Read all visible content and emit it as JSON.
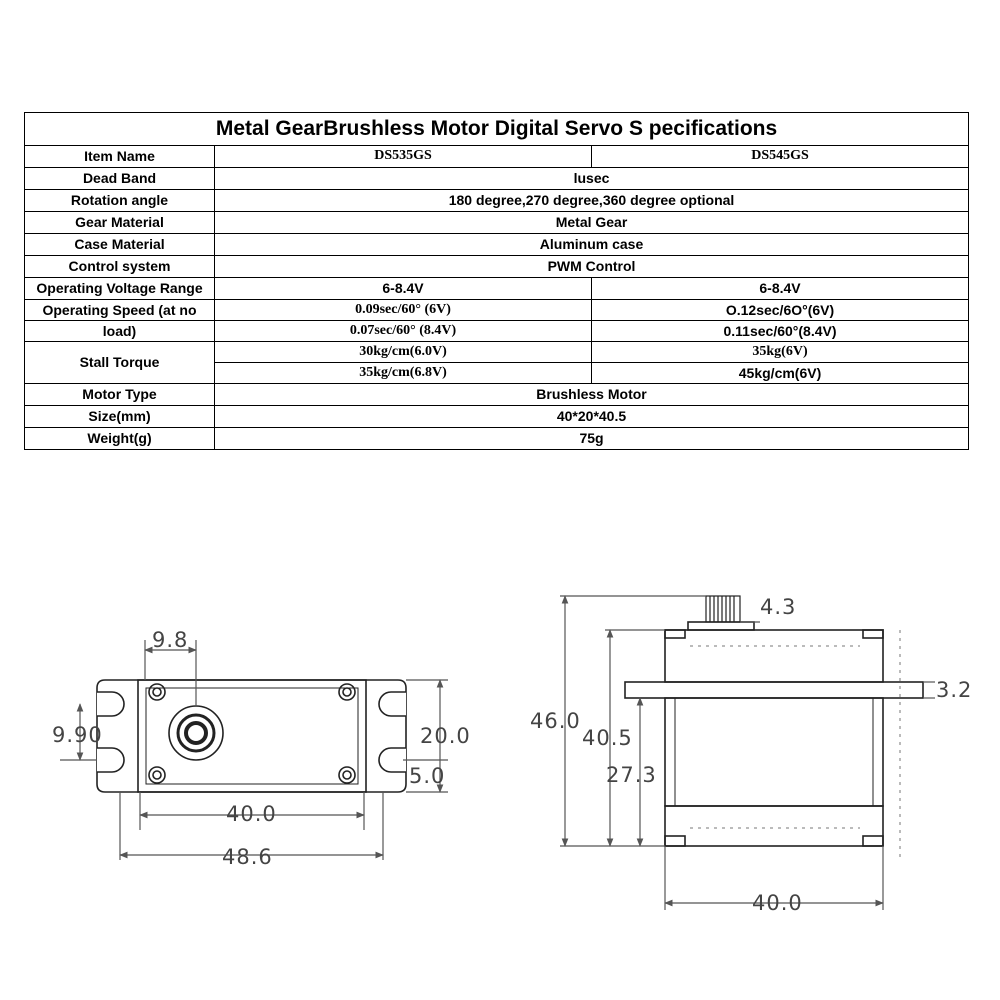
{
  "title": "Metal GearBrushless Motor Digital Servo S pecifications",
  "rows": {
    "item_name": {
      "label": "Item Name",
      "a": "DS535GS",
      "b": "DS545GS"
    },
    "dead_band": {
      "label": "Dead Band",
      "value": "lusec"
    },
    "rotation": {
      "label": "Rotation angle",
      "value": "180 degree,270 degree,360 degree optional"
    },
    "gear": {
      "label": "Gear Material",
      "value": "Metal Gear"
    },
    "case": {
      "label": "Case Material",
      "value": "Aluminum case"
    },
    "control": {
      "label": "Control system",
      "value": "PWM Control"
    },
    "voltage": {
      "label": "Operating Voltage Range",
      "a": "6-8.4V",
      "b": "6-8.4V"
    },
    "speed": {
      "label_1": "Operating Speed (at no",
      "label_2": "load)",
      "a1": "0.09sec/60° (6V)",
      "b1": "O.12sec/6O°(6V)",
      "a2": "0.07sec/60° (8.4V)",
      "b2": "0.11sec/60°(8.4V)"
    },
    "torque": {
      "label": "Stall Torque",
      "a1": "30kg/cm(6.0V)",
      "b1": "35kg(6V)",
      "a2": "35kg/cm(6.8V)",
      "b2": "45kg/cm(6V)"
    },
    "motor": {
      "label": "Motor Type",
      "value": "Brushless Motor"
    },
    "size": {
      "label": "Size(mm)",
      "value": "40*20*40.5"
    },
    "weight": {
      "label": "Weight(g)",
      "value": "75g"
    }
  },
  "drawing_top": {
    "d_9_8": "9.8",
    "d_9_90": "9.90",
    "d_20_0": "20.0",
    "d_5_0": "5.0",
    "d_40_0": "40.0",
    "d_48_6": "48.6"
  },
  "drawing_side": {
    "d_4_3": "4.3",
    "d_3_2": "3.2",
    "d_46_0": "46.0",
    "d_40_5": "40.5",
    "d_27_3": "27.3",
    "d_40_0": "40.0"
  }
}
